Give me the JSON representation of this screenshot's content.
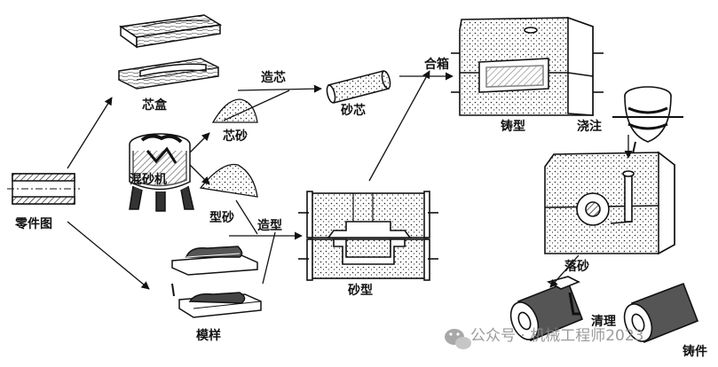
{
  "labels": {
    "part_drawing": "零件图",
    "core_box": "芯盒",
    "core_sand": "芯砂",
    "sand_mixer": "混砂机",
    "molding_sand": "型砂",
    "pattern": "模样",
    "core_making": "造芯",
    "sand_core": "砂芯",
    "molding": "造型",
    "sand_mold": "砂型",
    "mold_closing": "合箱",
    "casting_mold": "铸型",
    "pouring": "浇注",
    "shakeout": "落砂",
    "cleaning": "清理",
    "casting": "铸件"
  },
  "watermark": {
    "text": "公众号 · 机械工程师2023",
    "icon": "wechat-icon"
  },
  "colors": {
    "ink": "#111111",
    "sand": "#d9d9d9",
    "watermark": "#8a8a8a"
  }
}
